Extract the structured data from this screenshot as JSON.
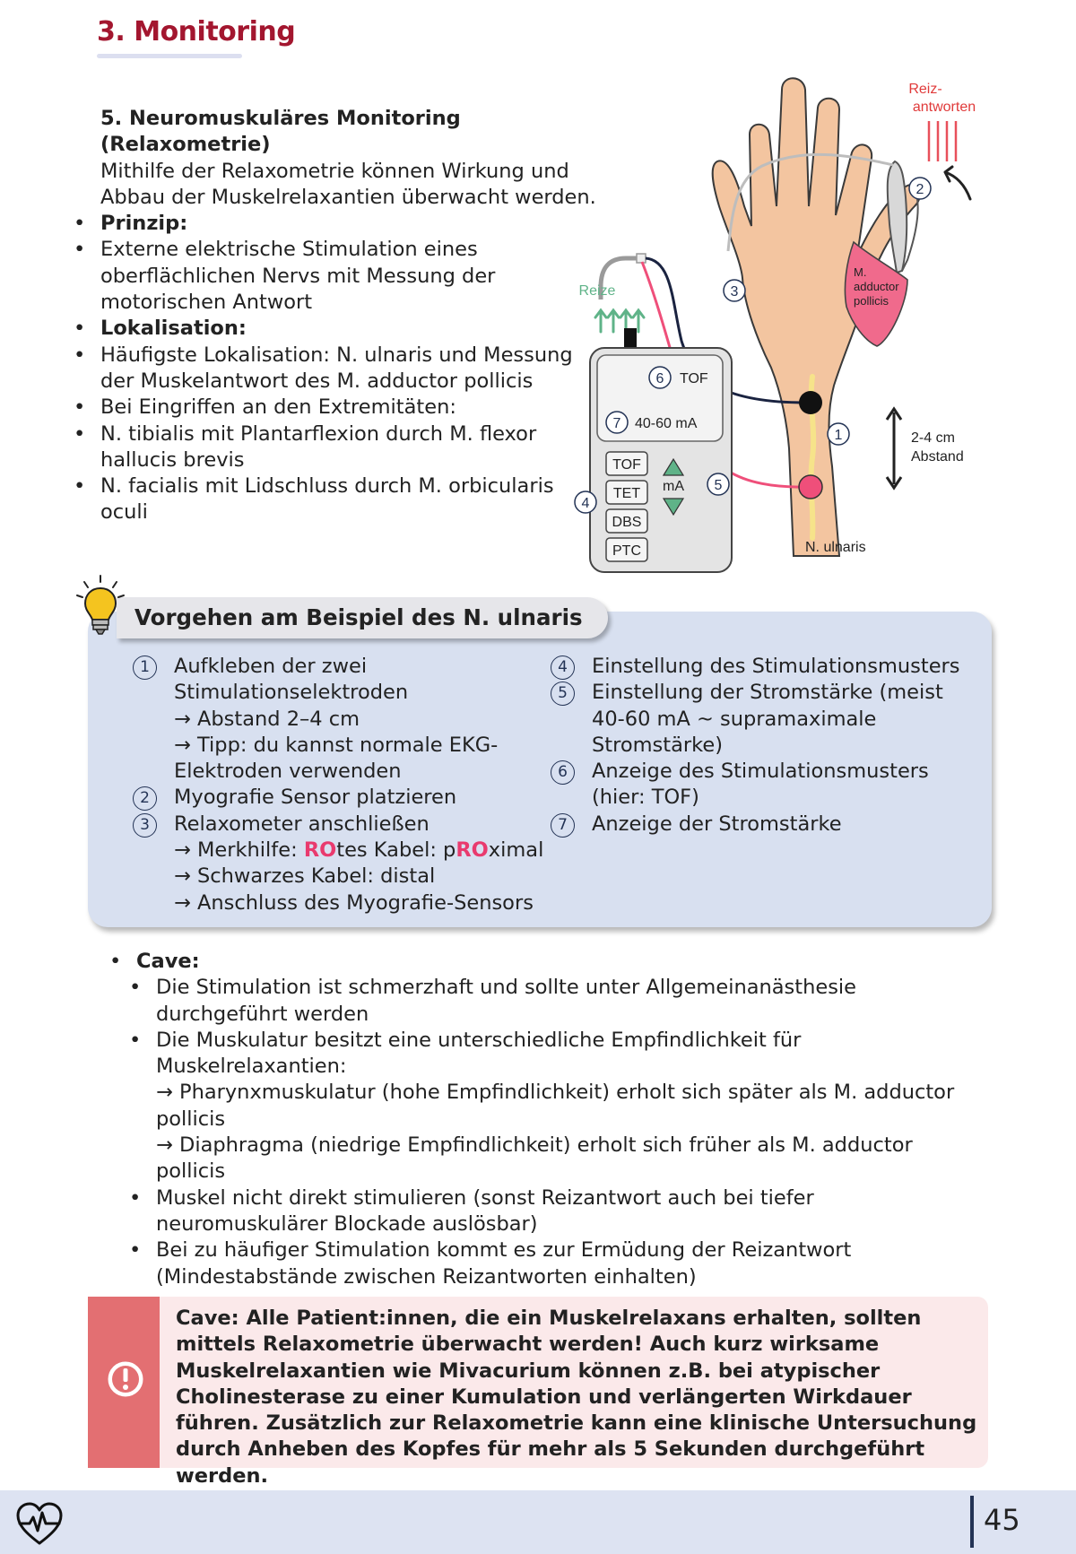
{
  "header": {
    "title": "3. Monitoring"
  },
  "intro": {
    "heading": "5. Neuromuskuläres Monitoring (Relaxometrie)",
    "paragraph": "Mithilfe der Relaxometrie können Wirkung und Abbau der Muskelrelaxantien überwacht werden.",
    "prinzip_label": "Prinzip:",
    "prinzip_items": [
      "Externe elektrische Stimulation eines oberflächlichen Nervs mit Messung der motorischen Antwort"
    ],
    "lokalisation_label": "Lokalisation:",
    "lokalisation_item1": "Häufigste Lokalisation: N. ulnaris und Messung der Muskelantwort des M. adductor pollicis",
    "lokalisation_item2": "Bei Eingriffen an den Extremitäten:",
    "extremitaeten": [
      "N. tibialis mit Plantarflexion durch M. flexor hallucis brevis",
      "N. facialis mit Lidschluss durch M. orbicularis oculi"
    ]
  },
  "diagram": {
    "reize": "Reize",
    "reizantworten_1": "Reiz-",
    "reizantworten_2": "antworten",
    "muscle_1": "M.",
    "muscle_2": "adductor",
    "muscle_3": "pollicis",
    "distance_1": "2-4 cm",
    "distance_2": "Abstand",
    "nerve": "N. ulnaris",
    "display_pattern": "TOF",
    "display_current": "40-60 mA",
    "buttons": [
      "TOF",
      "TET",
      "DBS",
      "PTC"
    ],
    "unit": "mA",
    "markers": [
      "1",
      "2",
      "3",
      "4",
      "5",
      "6",
      "7"
    ],
    "colors": {
      "red_cable": "#ef4f7a",
      "black_cable": "#1a2340",
      "skin": "#f3c5a0",
      "muscle": "#f06a8c",
      "nerve": "#f6e38a",
      "device": "#e4e4e4",
      "green": "#5fb388"
    }
  },
  "box": {
    "title": "Vorgehen am Beispiel des N. ulnaris",
    "left": [
      {
        "num": "1",
        "lines": [
          "Aufkleben der zwei",
          "Stimulationselektroden",
          "→ Abstand 2–4 cm",
          "→ Tipp: du kannst normale EKG-",
          "Elektroden verwenden"
        ]
      },
      {
        "num": "2",
        "lines": [
          "Myografie Sensor platzieren"
        ]
      },
      {
        "num": "3",
        "lines": [
          "Relaxometer anschließen"
        ]
      }
    ],
    "merkhilfe": {
      "prefix": "→ Merkhilfe: ",
      "ro1": "RO",
      "mid": "tes Kabel: p",
      "ro2": "RO",
      "suffix": "ximal"
    },
    "step3_extra": [
      "→ Schwarzes Kabel: distal",
      "→ Anschluss des Myografie-Sensors"
    ],
    "right": [
      {
        "num": "4",
        "text": "Einstellung des Stimulationsmusters"
      },
      {
        "num": "5",
        "text": "Einstellung der Stromstärke (meist 40-60 mA ~ supramaximale Stromstärke)"
      },
      {
        "num": "6",
        "text": "Anzeige des Stimulationsmusters (hier: TOF)"
      },
      {
        "num": "7",
        "text": "Anzeige der Stromstärke"
      }
    ]
  },
  "cave": {
    "label": "Cave:",
    "item1": "Die Stimulation ist schmerzhaft und sollte unter Allgemeinanästhesie durchgeführt werden",
    "item2_a": "Die Muskulatur besitzt eine unterschiedliche Empfindlichkeit für Muskelrelaxantien:",
    "item2_b": "→ Pharynxmuskulatur (hohe Empfindlichkeit) erholt sich später als M. adductor pollicis",
    "item2_c": "→ Diaphragma (niedrige Empfindlichkeit) erholt sich früher als M. adductor pollicis",
    "item3": "Muskel nicht direkt stimulieren (sonst Reizantwort auch bei tiefer neuromuskulärer Blockade auslösbar)",
    "item4": "Bei zu häufiger Stimulation kommt es zur Ermüdung der Reizantwort (Mindestabstände zwischen Reizantworten einhalten)"
  },
  "warning": {
    "icon": "exclamation-icon",
    "text": "Cave: Alle Patient:innen, die ein Muskelrelaxans erhalten, sollten mittels Relaxometrie überwacht werden! Auch kurz wirksame Muskelrelaxantien wie Mivacurium können z.B. bei atypischer Cholinesterase zu einer Kumulation und verlängerten Wirkdauer führen. Zusätzlich zur Relaxometrie kann eine klinische Untersuchung durch Anheben des Kopfes für mehr als 5 Sekunden durchgeführt werden."
  },
  "footer": {
    "page": "45",
    "icon": "heartbeat-icon"
  }
}
